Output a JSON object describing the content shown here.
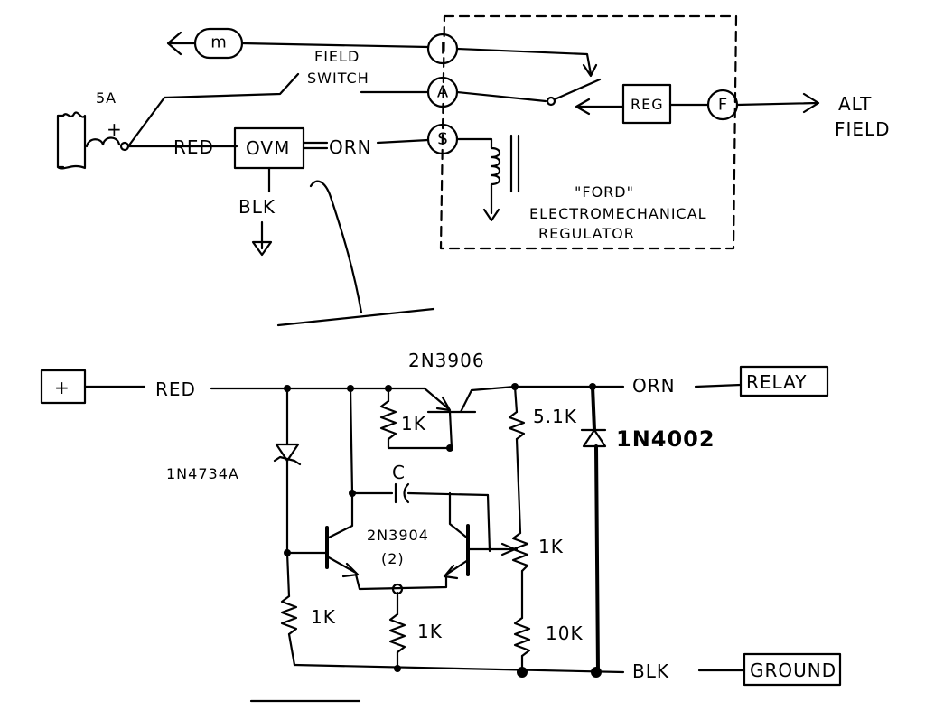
{
  "top_diagram": {
    "fuse_label": "5A",
    "plus_sign": "+",
    "field_switch_label_1": "FIELD",
    "field_switch_label_2": "SWITCH",
    "wire_red": "RED",
    "ovm_label": "OVM",
    "wire_orn": "ORN",
    "wire_blk": "BLK",
    "meter_m": "m",
    "term_i": "I",
    "term_a": "A",
    "term_s": "S",
    "term_f": "F",
    "reg_box": "REG",
    "alt_field_1": "ALT",
    "alt_field_2": "FIELD",
    "regulator_1": "\"FORD\"",
    "regulator_2": "ELECTROMECHANICAL",
    "regulator_3": "REGULATOR"
  },
  "bottom_schematic": {
    "battery_plus": "+",
    "wire_red": "RED",
    "wire_orn": "ORN",
    "wire_blk": "BLK",
    "relay_box": "RELAY",
    "ground_box": "GROUND",
    "q_pnp": "2N3906",
    "q_npn_1": "2N3904",
    "q_npn_2": "(2)",
    "cap": "C",
    "zener": "1N4734A",
    "diode": "1N4002",
    "r_pnp_base": "1K",
    "r_pullup": "5.1K",
    "r_pot": "1K",
    "r_bottom_left": "1K",
    "r_emitter": "1K",
    "r_bottom_right": "10K"
  }
}
